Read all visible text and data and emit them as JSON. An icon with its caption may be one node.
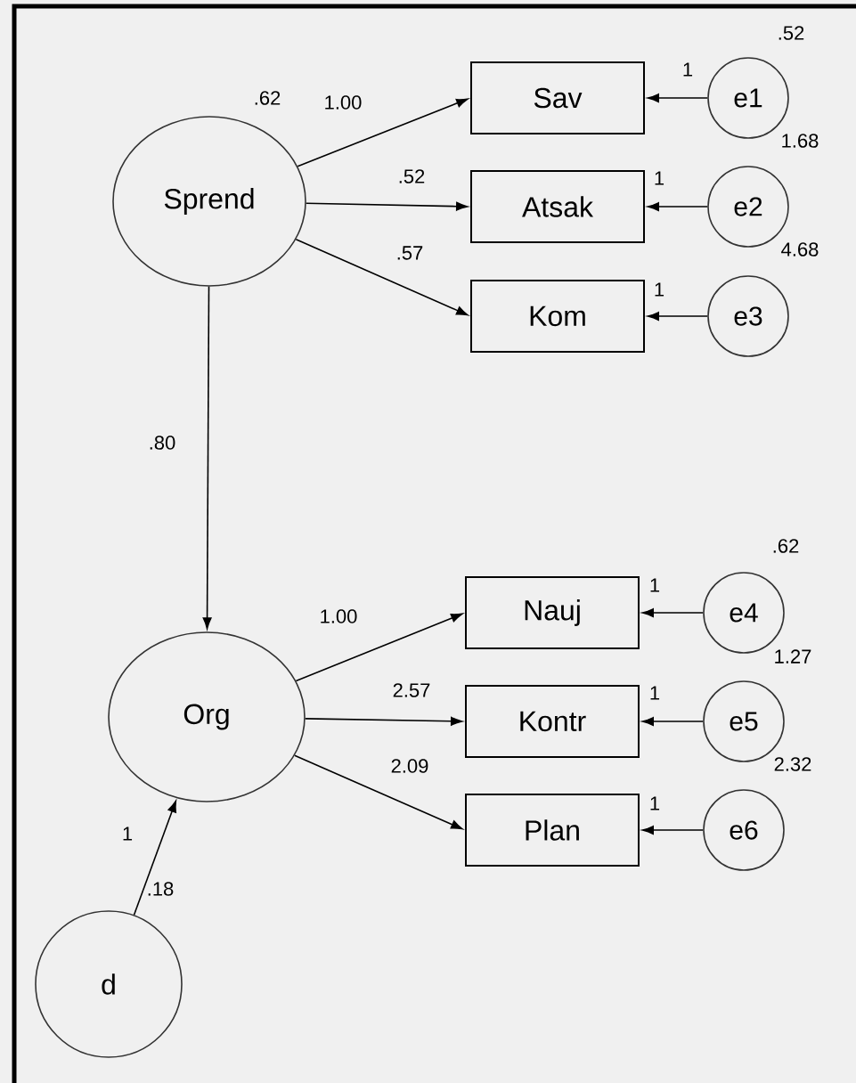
{
  "diagram": {
    "nodes": [
      {
        "text": [
          "Sprend"
        ],
        "beside": [
          ".62"
        ]
      },
      {
        "text": [
          "Sav"
        ]
      },
      {
        "text": [
          "e1"
        ],
        "beside": [
          ".52",
          "1.68"
        ]
      },
      {
        "text": [
          "Atsak"
        ]
      },
      {
        "text": [
          "e2"
        ],
        "beside": [
          "4.68"
        ]
      },
      {
        "text": [
          "Kom"
        ]
      },
      {
        "text": [
          "e3"
        ]
      },
      {
        "text": [
          "Org"
        ]
      },
      {
        "text": [
          "Nauj"
        ]
      },
      {
        "text": [
          "e4"
        ],
        "beside": [
          ".62",
          "1.27"
        ]
      },
      {
        "text": [
          "Kontr"
        ]
      },
      {
        "text": [
          "e5"
        ],
        "beside": [
          "2.32"
        ]
      },
      {
        "text": [
          "Plan"
        ]
      },
      {
        "text": [
          "e6"
        ]
      },
      {
        "text": [
          "d"
        ],
        "beside": [
          ".18"
        ]
      }
    ],
    "edges": [
      {
        "from": 0,
        "to": 1,
        "arrow": "to",
        "label": "1.00"
      },
      {
        "from": 0,
        "to": 3,
        "arrow": "to",
        "label": ".52"
      },
      {
        "from": 0,
        "to": 5,
        "arrow": "to",
        "label": ".57"
      },
      {
        "from": 2,
        "to": 1,
        "arrow": "to",
        "label": "1"
      },
      {
        "from": 4,
        "to": 3,
        "arrow": "to",
        "label": "1"
      },
      {
        "from": 6,
        "to": 5,
        "arrow": "to",
        "label": "1"
      },
      {
        "from": 0,
        "to": 7,
        "arrow": "to",
        "label": ".80"
      },
      {
        "from": 7,
        "to": 8,
        "arrow": "to",
        "label": "1.00"
      },
      {
        "from": 7,
        "to": 10,
        "arrow": "to",
        "label": "2.57"
      },
      {
        "from": 7,
        "to": 12,
        "arrow": "to",
        "label": "2.09"
      },
      {
        "from": 9,
        "to": 8,
        "arrow": "to",
        "label": "1"
      },
      {
        "from": 11,
        "to": 10,
        "arrow": "to",
        "label": "1"
      },
      {
        "from": 13,
        "to": 12,
        "arrow": "to",
        "label": "1"
      },
      {
        "from": 14,
        "to": 7,
        "arrow": "to",
        "label": "1"
      }
    ]
  }
}
